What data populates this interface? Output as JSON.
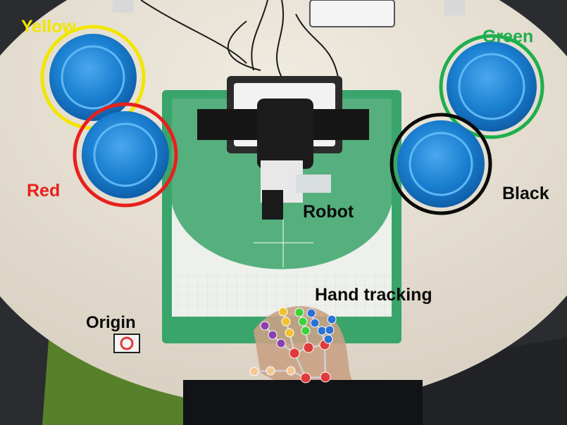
{
  "labels": {
    "yellow": "Yellow",
    "green": "Green",
    "red": "Red",
    "black": "Black",
    "robot": "Robot",
    "hand_tracking": "Hand tracking",
    "origin": "Origin"
  },
  "colors": {
    "yellow": "#f2e600",
    "green": "#1fae4e",
    "red": "#e8201c",
    "black": "#0b0b0b",
    "table": "#e8e1d3",
    "mat_green": "#3aa56b",
    "bowl_blue": "#1877c9",
    "joint_yellow": "#f2c12e",
    "joint_green": "#3ad13a",
    "joint_blue": "#2a72d6",
    "joint_purple": "#8a3fb0",
    "joint_red": "#e03a3a",
    "joint_peach": "#f3c896"
  }
}
